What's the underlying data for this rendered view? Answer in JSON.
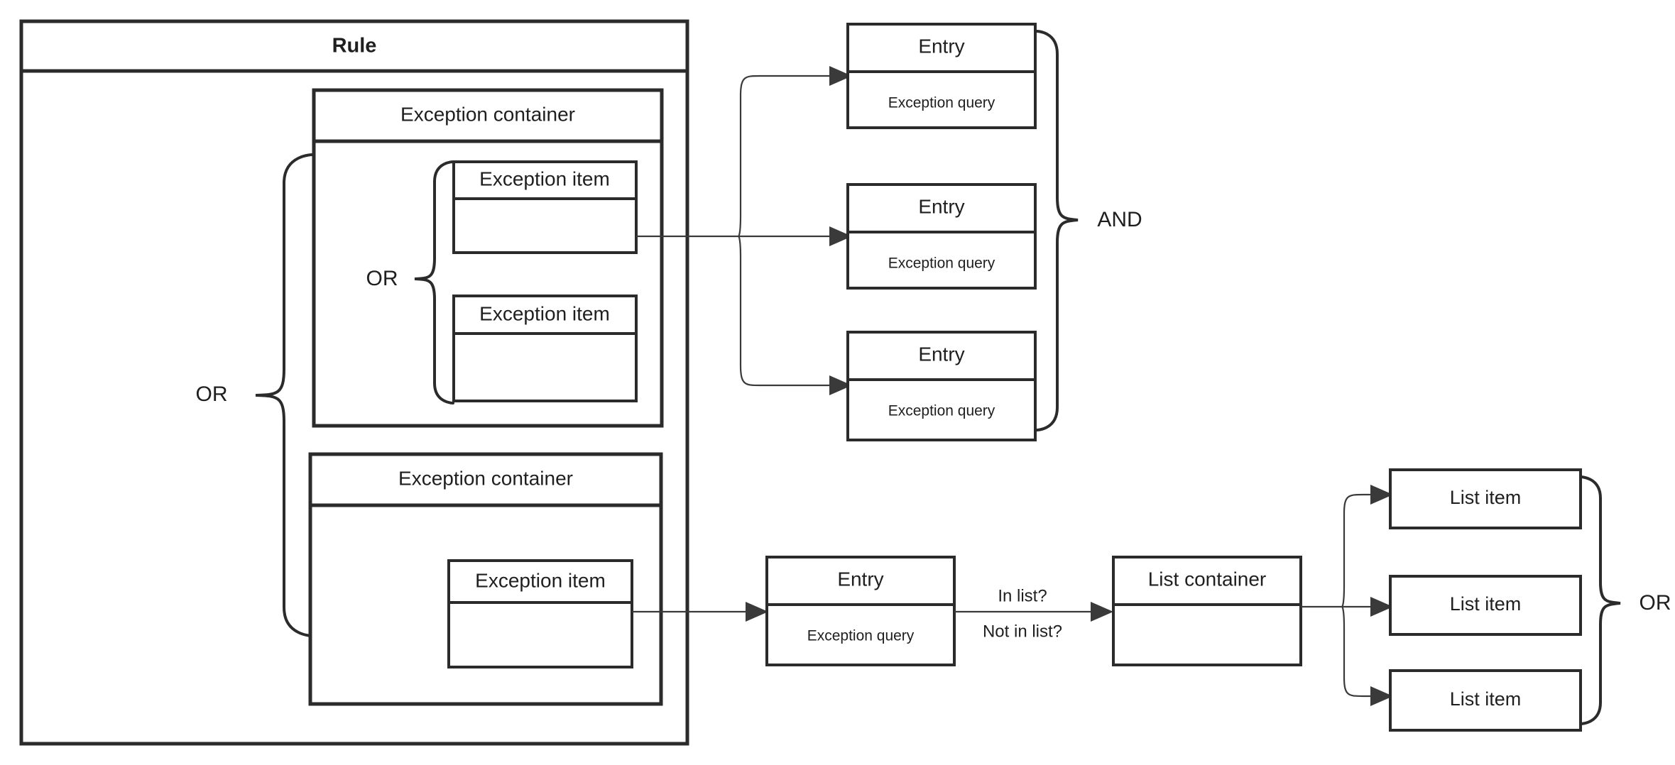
{
  "diagram": {
    "title": "Rule",
    "rule_container": {
      "label": "Rule",
      "outer_operator": "OR",
      "exception_containers": [
        {
          "label": "Exception container",
          "operator": "OR",
          "items": [
            {
              "label": "Exception item",
              "body": ""
            },
            {
              "label": "Exception item",
              "body": ""
            }
          ]
        },
        {
          "label": "Exception container",
          "operator": "",
          "items": [
            {
              "label": "Exception item",
              "body": ""
            }
          ]
        }
      ]
    },
    "entries_top": {
      "operator": "AND",
      "entries": [
        {
          "title": "Entry",
          "body": "Exception query"
        },
        {
          "title": "Entry",
          "body": "Exception query"
        },
        {
          "title": "Entry",
          "body": "Exception query"
        }
      ]
    },
    "entry_bottom": {
      "title": "Entry",
      "body": "Exception query"
    },
    "list_edge_labels": {
      "above": "In list?",
      "below": "Not in list?"
    },
    "list_container": {
      "title": "List container",
      "body": ""
    },
    "list_items": {
      "operator": "OR",
      "items": [
        {
          "label": "List item"
        },
        {
          "label": "List item"
        },
        {
          "label": "List item"
        }
      ]
    },
    "colors": {
      "stroke": "#2b2b2b",
      "connector": "#3a3a3a",
      "text": "#1f1f1f",
      "background": "#ffffff"
    }
  }
}
